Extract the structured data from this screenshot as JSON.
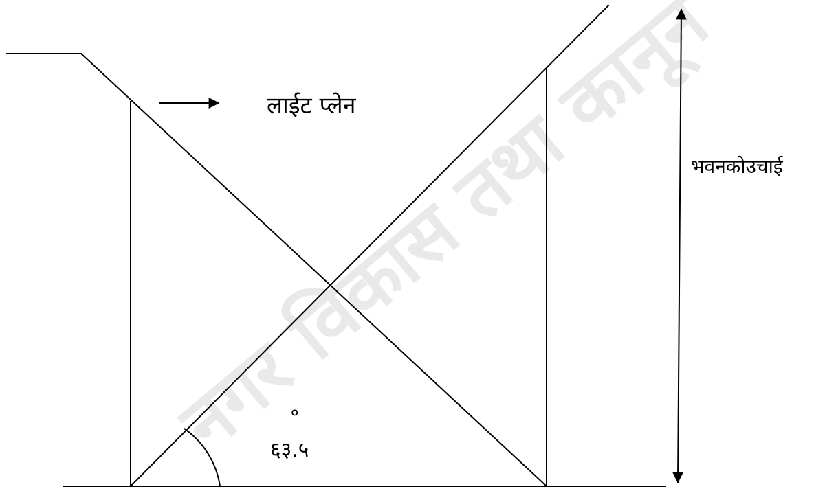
{
  "labels": {
    "light_plane": "लाईट प्लेन",
    "building_height": "भवनकोउचाई",
    "angle_value": "६३.५",
    "angle_degree": "०"
  },
  "watermark_text": "...",
  "colors": {
    "stroke": "#000000",
    "background": "#ffffff",
    "watermark": "#d8d8d8"
  },
  "icons": {
    "plane_arrow": "right-arrow-icon",
    "height_arrow": "double-vertical-arrow-icon"
  }
}
